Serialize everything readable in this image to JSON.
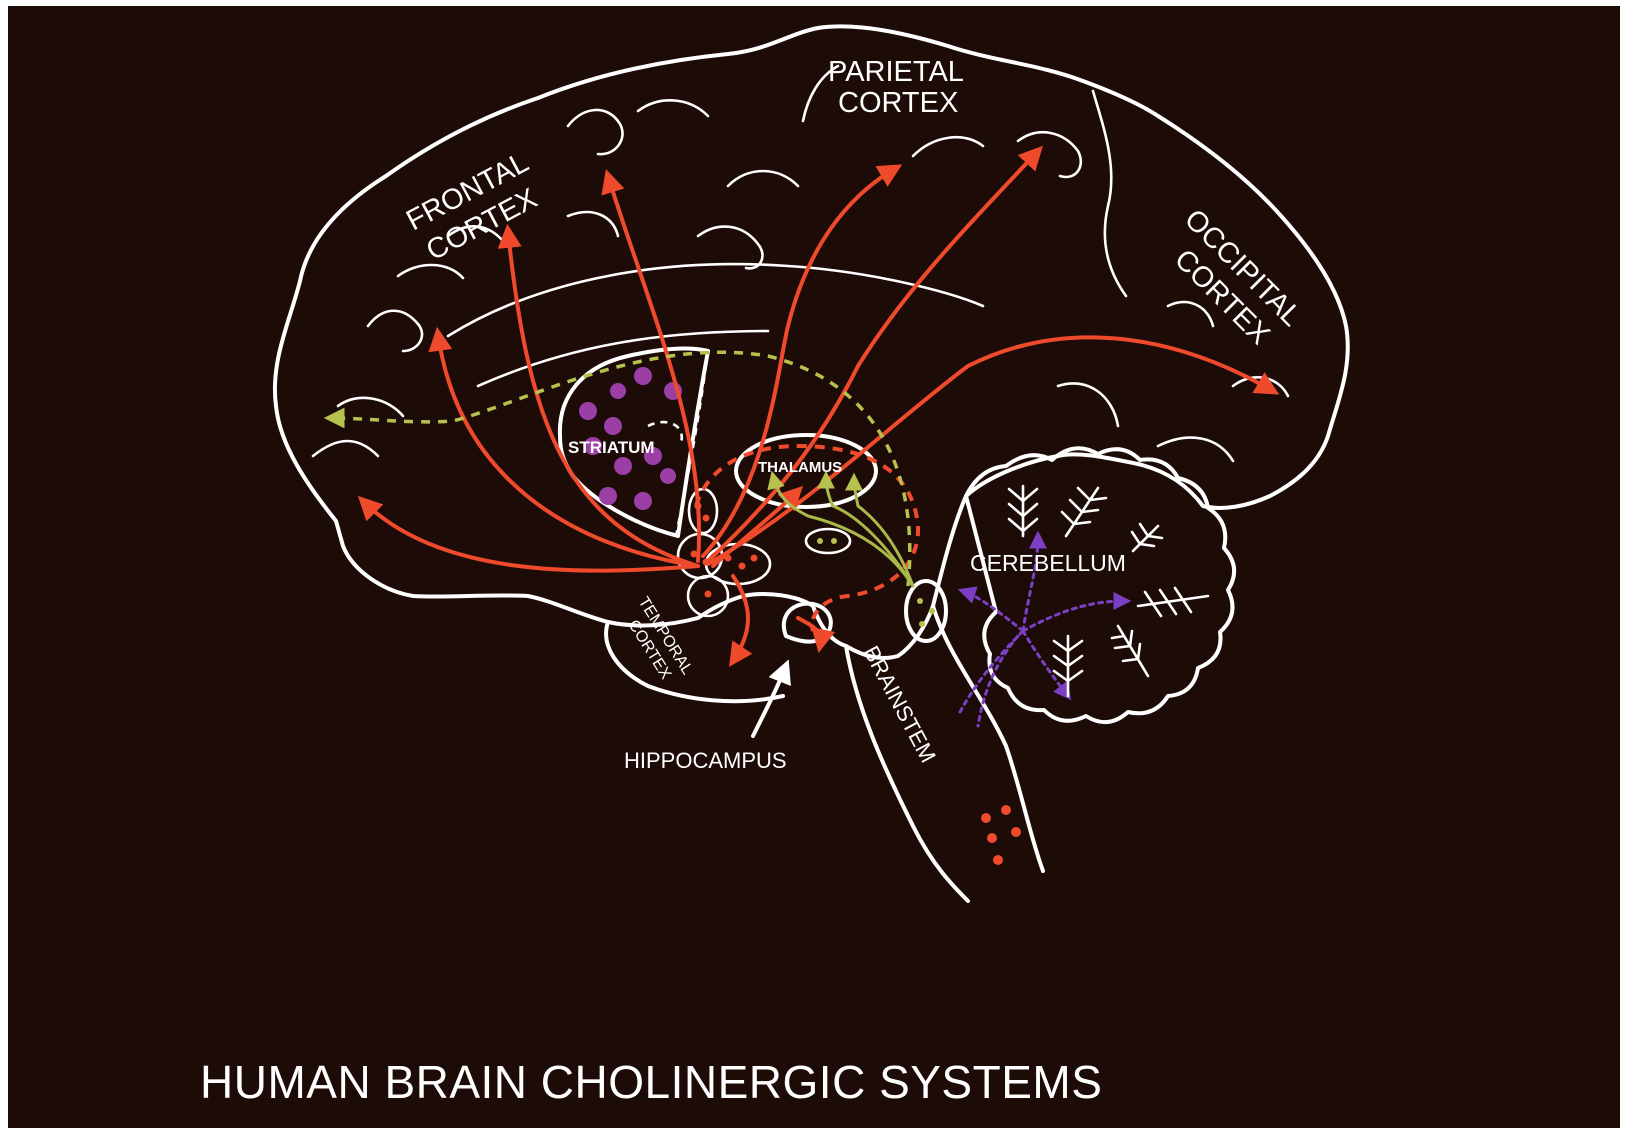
{
  "title": "HUMAN BRAIN CHOLINERGIC SYSTEMS",
  "labels": {
    "frontal_1": "FRONTAL",
    "frontal_2": "CORTEX",
    "parietal_1": "PARIETAL",
    "parietal_2": "CORTEX",
    "occipital_1": "OCCIPITAL",
    "occipital_2": "CORTEX",
    "striatum": "STRIATUM",
    "thalamus": "THALAMUS",
    "cerebellum": "CEREBELLUM",
    "temporal_1": "TEMPORAL",
    "temporal_2": "CORTEX",
    "brainstem": "BRAINSTEM",
    "hippocampus": "HIPPOCAMPUS"
  },
  "colors": {
    "background": "#1d0b07",
    "outline": "#ffffff",
    "basal_forebrain_projection": "#f04a2c",
    "pedunculopontine_projection": "#b6c24e",
    "striatal_interneuron": "#9b3fa6",
    "cerebellar_projection": "#7b3fc4"
  }
}
